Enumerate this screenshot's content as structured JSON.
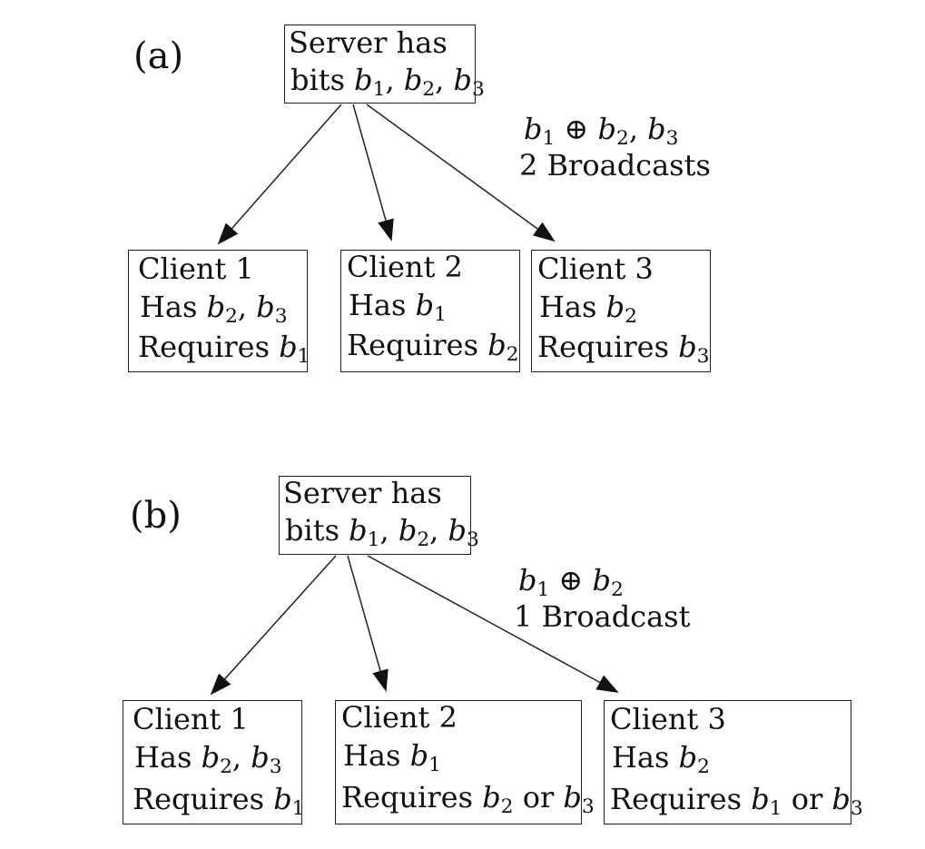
{
  "panels": [
    {
      "label": "(a)",
      "server": {
        "line1": "Server has",
        "line2": "bits b₁, b₂, b₃"
      },
      "broadcast": {
        "symbols": "b₁ ⊕ b₂, b₃",
        "count": "2 Broadcasts"
      },
      "clients": [
        {
          "title": "Client 1",
          "has": "Has b₂, b₃",
          "requires": "Requires b₁"
        },
        {
          "title": "Client 2",
          "has": "Has b₁",
          "requires": "Requires b₂"
        },
        {
          "title": "Client 3",
          "has": "Has b₂",
          "requires": "Requires b₃"
        }
      ]
    },
    {
      "label": "(b)",
      "server": {
        "line1": "Server has",
        "line2": "bits b₁, b₂, b₃"
      },
      "broadcast": {
        "symbols": "b₁ ⊕ b₂",
        "count": "1 Broadcast"
      },
      "clients": [
        {
          "title": "Client 1",
          "has": "Has b₂, b₃",
          "requires": "Requires b₁"
        },
        {
          "title": "Client 2",
          "has": "Has b₁",
          "requires": "Requires b₂ or b₃"
        },
        {
          "title": "Client 3",
          "has": "Has b₂",
          "requires": "Requires b₁ or b₃"
        }
      ]
    }
  ]
}
